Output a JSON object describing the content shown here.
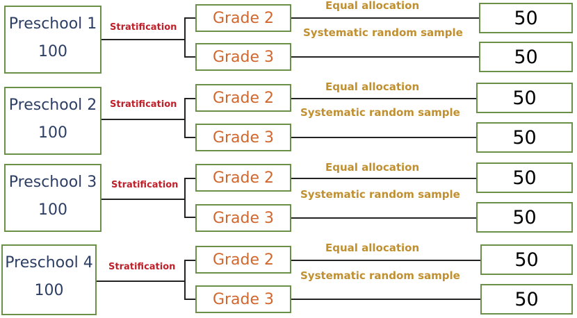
{
  "strata": [
    {
      "preschool": "Preschool 1",
      "total": "100",
      "method": "Stratification",
      "allocation": "Equal allocation",
      "sampling": "Systematic random sample",
      "grades": [
        {
          "label": "Grade 2",
          "sample": "50"
        },
        {
          "label": "Grade 3",
          "sample": "50"
        }
      ]
    },
    {
      "preschool": "Preschool 2",
      "total": "100",
      "method": "Stratification",
      "allocation": "Equal allocation",
      "sampling": "Systematic random sample",
      "grades": [
        {
          "label": "Grade 2",
          "sample": "50"
        },
        {
          "label": "Grade 3",
          "sample": "50"
        }
      ]
    },
    {
      "preschool": "Preschool 3",
      "total": "100",
      "method": "Stratification",
      "allocation": "Equal allocation",
      "sampling": "Systematic random sample",
      "grades": [
        {
          "label": "Grade 2",
          "sample": "50"
        },
        {
          "label": "Grade 3",
          "sample": "50"
        }
      ]
    },
    {
      "preschool": "Preschool 4",
      "total": "100",
      "method": "Stratification",
      "allocation": "Equal allocation",
      "sampling": "Systematic random sample",
      "grades": [
        {
          "label": "Grade 2",
          "sample": "50"
        },
        {
          "label": "Grade 3",
          "sample": "50"
        }
      ]
    }
  ]
}
